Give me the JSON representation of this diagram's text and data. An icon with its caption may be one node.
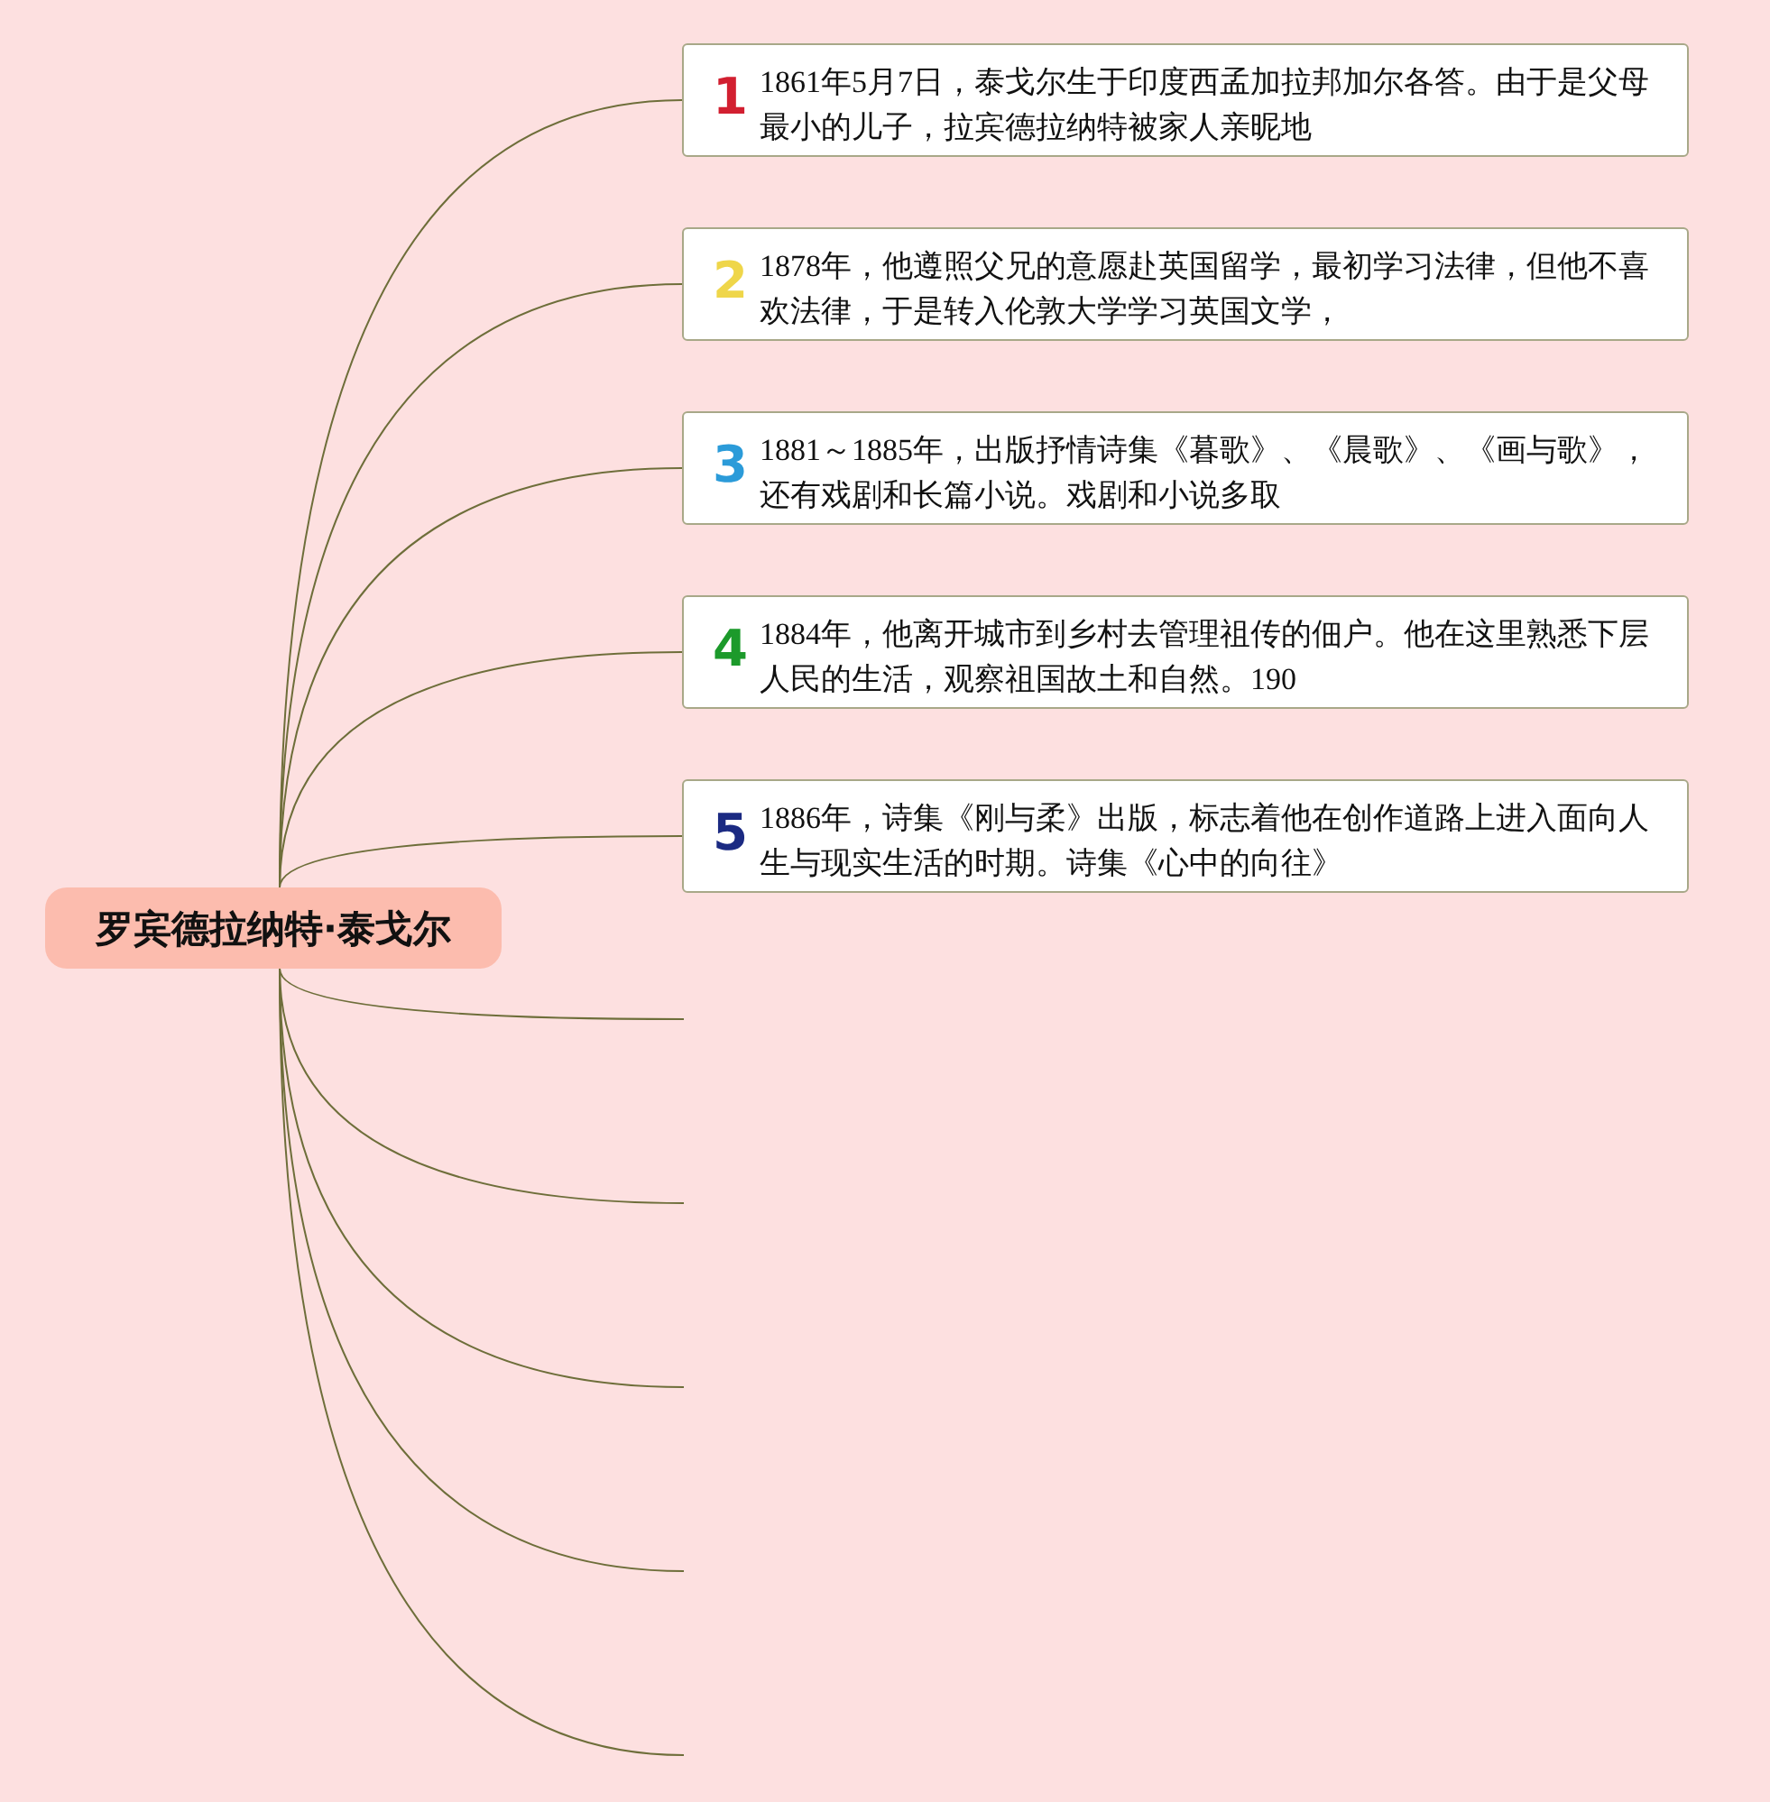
{
  "diagram": {
    "nodes": [
      {
        "text": [
          "罗宾德拉纳特·泰戈尔"
        ]
      },
      {
        "text": [
          "1",
          "1861年5月7日，泰戈尔生于印度西孟加拉邦加尔各答。由于是父母最小的儿子，拉宾德拉纳特被家人亲昵地"
        ]
      },
      {
        "text": [
          "2",
          "1878年，他遵照父兄的意愿赴英国留学，最初学习法律，但他不喜欢法律，于是转入伦敦大学学习英国文学，"
        ]
      },
      {
        "text": [
          "3",
          "1881～1885年，出版抒情诗集《暮歌》、《晨歌》、《画与歌》，还有戏剧和长篇小说。戏剧和小说多取"
        ]
      },
      {
        "text": [
          "4",
          "1884年，他离开城市到乡村去管理祖传的佃户。他在这里熟悉下层人民的生活，观察祖国故土和自然。190"
        ]
      },
      {
        "text": [
          "5",
          "1886年，诗集《刚与柔》出版，标志着他在创作道路上进入面向人生与现实生活的时期。诗集《心中的向往》"
        ]
      }
    ],
    "edges": [
      {
        "from": 0,
        "to": 1,
        "arrow": "none"
      },
      {
        "from": 0,
        "to": 2,
        "arrow": "none"
      },
      {
        "from": 0,
        "to": 3,
        "arrow": "none"
      },
      {
        "from": 0,
        "to": 4,
        "arrow": "none"
      },
      {
        "from": 0,
        "to": 5,
        "arrow": "none"
      },
      {
        "from": 0,
        "to": null,
        "arrow": "none"
      },
      {
        "from": 0,
        "to": null,
        "arrow": "none"
      },
      {
        "from": 0,
        "to": null,
        "arrow": "none"
      },
      {
        "from": 0,
        "to": null,
        "arrow": "none"
      },
      {
        "from": 0,
        "to": null,
        "arrow": "none"
      }
    ]
  }
}
